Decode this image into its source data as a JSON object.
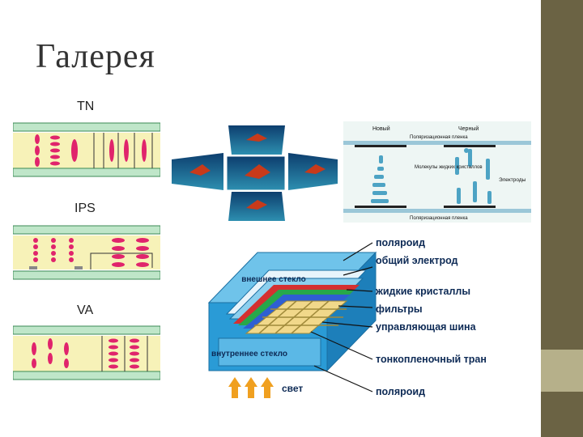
{
  "slide": {
    "title": "Галерея"
  },
  "lcd_types": {
    "tn": "TN",
    "ips": "IPS",
    "va": "VA"
  },
  "schematic": {
    "label_left": "Новый",
    "label_right": "Черный",
    "top_film": "Поляризационная пленка",
    "molecules": "Молекулы жидких кристаллов",
    "electrodes": "Электроды",
    "bottom_film": "Поляризационная пленка"
  },
  "structure": {
    "outer_glass": "внешнее стекло",
    "inner_glass": "внутреннее стекло",
    "light": "свет",
    "labels": [
      "поляроид",
      "общий электрод",
      "жидкие кристаллы",
      "фильтры",
      "управляющая шина",
      "тонкопленочный транзистор",
      "поляроид"
    ]
  },
  "colors": {
    "sidebar": "#6b6344",
    "accent": "#b6b08a",
    "cell_fill": "#f7f2b8",
    "crystal": "#e0246c",
    "glass": "#2a9bd6"
  }
}
